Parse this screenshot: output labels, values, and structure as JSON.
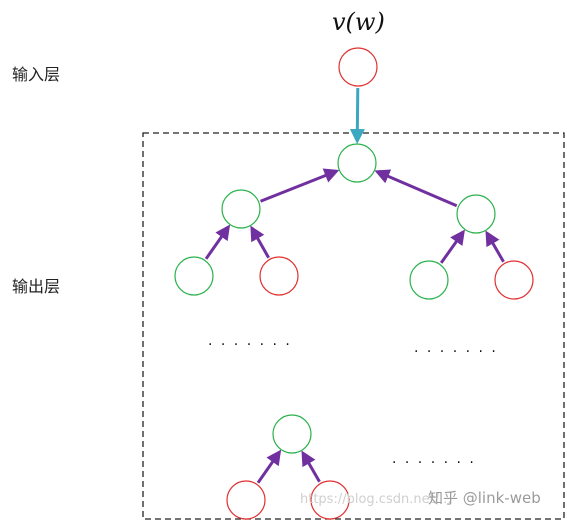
{
  "labels": {
    "input_layer": "输入层",
    "output_layer": "输出层",
    "input_variable": "v(w)"
  },
  "ellipsis": {
    "left": "· · · · · · ·",
    "right": "· · · · · · ·",
    "bottom": "· · · · · · ·"
  },
  "watermark": {
    "brand": "知乎 @link-web",
    "url": "https://blog.csdn.net/..."
  },
  "colors": {
    "leaf_node": "#e03030",
    "internal_node": "#2bb24c",
    "input_arrow": "#3ba7c0",
    "tree_arrow": "#7030a0",
    "border": "#222222"
  },
  "tree": {
    "nodes": [
      {
        "id": "input",
        "type": "leaf"
      },
      {
        "id": "root",
        "type": "internal"
      },
      {
        "id": "left",
        "type": "internal"
      },
      {
        "id": "right",
        "type": "internal"
      },
      {
        "id": "ll",
        "type": "internal"
      },
      {
        "id": "lr",
        "type": "leaf"
      },
      {
        "id": "rl",
        "type": "internal"
      },
      {
        "id": "rr",
        "type": "leaf"
      },
      {
        "id": "sub",
        "type": "internal"
      },
      {
        "id": "sl",
        "type": "leaf"
      },
      {
        "id": "sr",
        "type": "leaf"
      }
    ],
    "edges": [
      {
        "from": "input",
        "to": "root",
        "kind": "input"
      },
      {
        "from": "left",
        "to": "root",
        "kind": "tree"
      },
      {
        "from": "right",
        "to": "root",
        "kind": "tree"
      },
      {
        "from": "ll",
        "to": "left",
        "kind": "tree"
      },
      {
        "from": "lr",
        "to": "left",
        "kind": "tree"
      },
      {
        "from": "rl",
        "to": "right",
        "kind": "tree"
      },
      {
        "from": "rr",
        "to": "right",
        "kind": "tree"
      },
      {
        "from": "sl",
        "to": "sub",
        "kind": "tree"
      },
      {
        "from": "sr",
        "to": "sub",
        "kind": "tree"
      }
    ]
  }
}
